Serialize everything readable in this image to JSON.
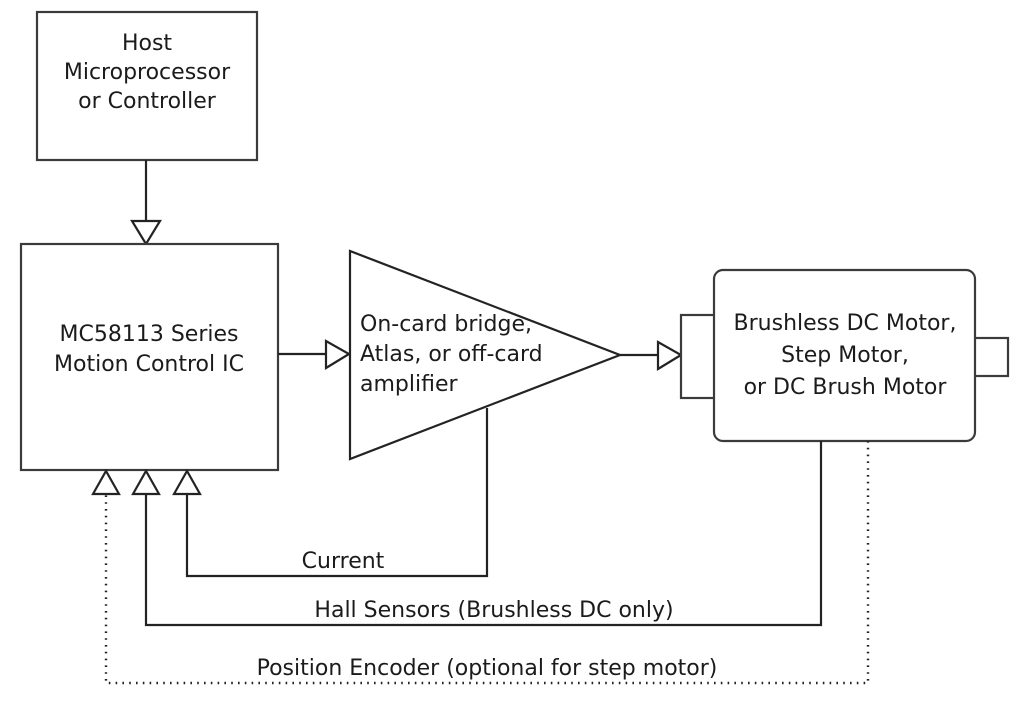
{
  "diagram": {
    "type": "block-diagram",
    "background_color": "#ffffff",
    "line_color": "#232323",
    "text_color": "#1b1b1b",
    "nodes": [
      {
        "id": "host",
        "shape": "rectangle",
        "lines": [
          "Host",
          "Microprocessor",
          "or Controller"
        ]
      },
      {
        "id": "motion_control_ic",
        "shape": "rectangle",
        "lines": [
          "MC58113 Series",
          "Motion Control IC"
        ]
      },
      {
        "id": "amplifier",
        "shape": "triangle",
        "lines": [
          "On-card bridge,",
          "Atlas, or off-card",
          "amplifier"
        ]
      },
      {
        "id": "motor",
        "shape": "rounded-rectangle",
        "lines": [
          "Brushless DC Motor,",
          "Step Motor,",
          "or DC Brush Motor"
        ]
      }
    ],
    "edges": [
      {
        "id": "host-to-ic",
        "label": "",
        "style": "solid",
        "arrow": "open-triangle"
      },
      {
        "id": "ic-to-amplifier",
        "label": "",
        "style": "solid",
        "arrow": "open-triangle"
      },
      {
        "id": "amplifier-to-motor",
        "label": "",
        "style": "solid",
        "arrow": "open-triangle"
      },
      {
        "id": "current-feedback",
        "label": "Current",
        "style": "solid",
        "arrow": "open-triangle"
      },
      {
        "id": "hall-feedback",
        "label": "Hall Sensors (Brushless DC only)",
        "style": "solid",
        "arrow": "open-triangle"
      },
      {
        "id": "encoder-feedback",
        "label": "Position Encoder (optional for step motor)",
        "style": "dotted",
        "arrow": "open-triangle"
      }
    ]
  }
}
